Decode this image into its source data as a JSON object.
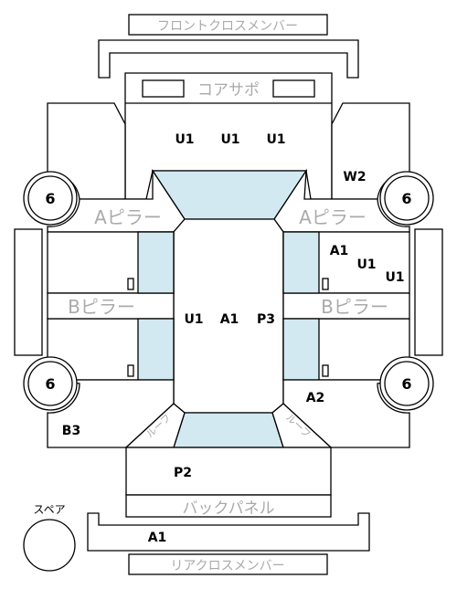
{
  "labels": {
    "front_cross_member": "フロントクロスメンバー",
    "core_support": "コアサポ",
    "a_pillar_left": "Aピラー",
    "a_pillar_right": "Aピラー",
    "b_pillar_left": "Bピラー",
    "b_pillar_right": "Bピラー",
    "back_panel": "バックパネル",
    "rear_cross_member": "リアクロスメンバー",
    "spare": "スペア",
    "trunk_left": "ルーフ",
    "trunk_right": "ルーフ"
  },
  "wheels": {
    "front_left": "6",
    "front_right": "6",
    "rear_left": "6",
    "rear_right": "6"
  },
  "codes": {
    "hood_1": "U1",
    "hood_2": "U1",
    "hood_3": "U1",
    "fender_right": "W2",
    "door_fr_1": "A1",
    "door_fr_2": "U1",
    "door_fr_3": "U1",
    "roof_1": "U1",
    "roof_2": "A1",
    "roof_3": "P3",
    "quarter_right": "A2",
    "quarter_left": "B3",
    "trunk": "P2",
    "rear_cross": "A1"
  },
  "colors": {
    "glass": "#d3e9f1",
    "line": "#000000",
    "label_gray": "#aaaaaa"
  }
}
